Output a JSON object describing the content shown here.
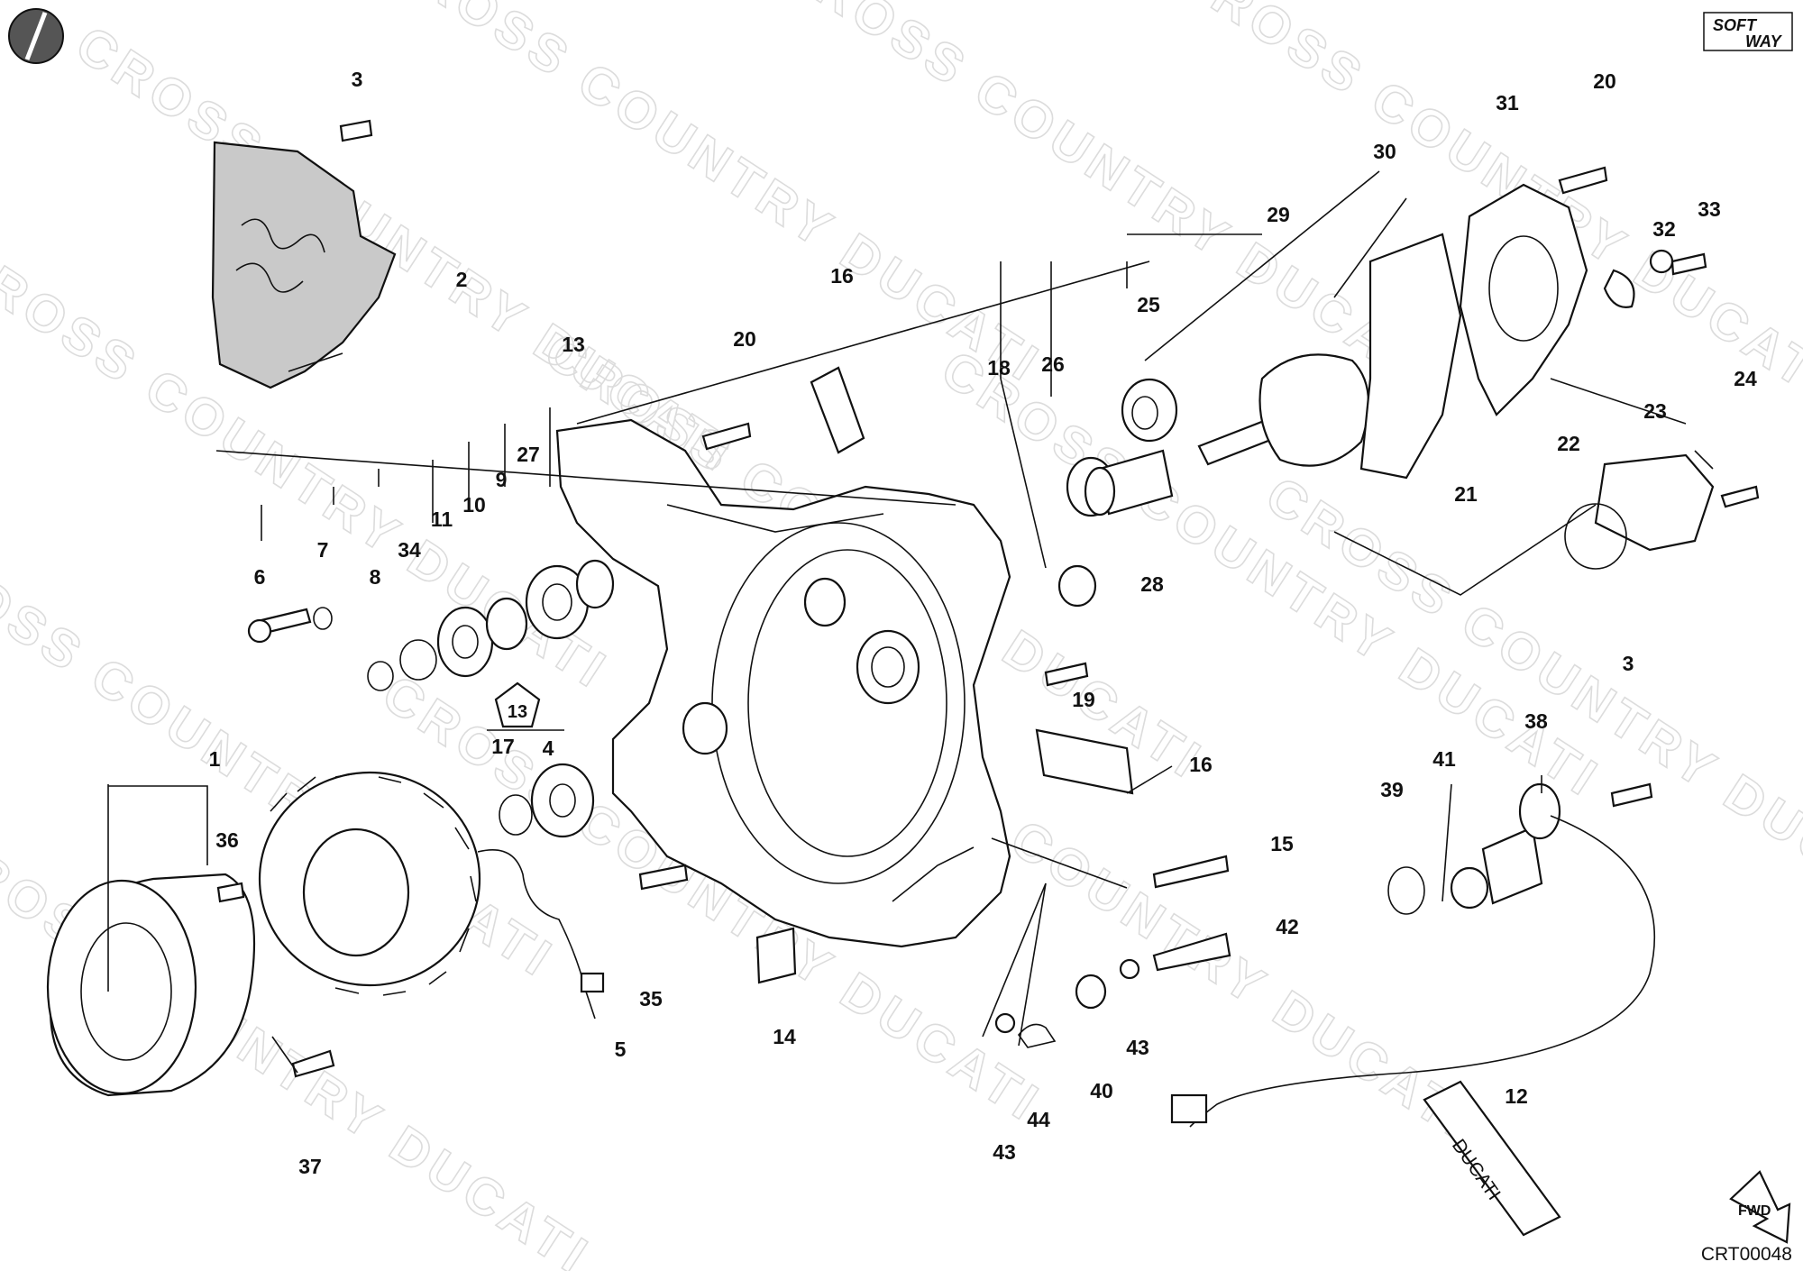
{
  "watermark": "CROSS COUNTRY DUCATI",
  "logo": {
    "top": "SOFT",
    "bottom": "WAY"
  },
  "reference_code": "CRT00048",
  "fwd_label": "FWD",
  "tube_label": "DUCATI",
  "group_symbol": "13",
  "callouts": [
    "1",
    "2",
    "3",
    "3",
    "4",
    "5",
    "6",
    "7",
    "8",
    "9",
    "10",
    "11",
    "12",
    "13",
    "14",
    "15",
    "16",
    "16",
    "17",
    "18",
    "19",
    "20",
    "20",
    "21",
    "22",
    "23",
    "24",
    "25",
    "26",
    "27",
    "28",
    "29",
    "30",
    "31",
    "32",
    "33",
    "34",
    "35",
    "36",
    "37",
    "38",
    "39",
    "40",
    "41",
    "42",
    "43",
    "43",
    "44"
  ]
}
